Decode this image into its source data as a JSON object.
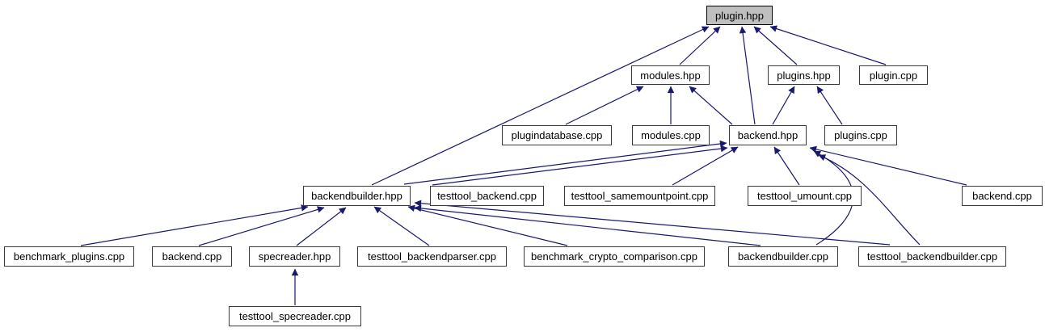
{
  "graph": {
    "type": "doxygen-include-dependency-graph",
    "root": "plugin.hpp",
    "colors": {
      "edge": "#191970",
      "node_fill": "#ffffff",
      "node_border": "#3a3a3a",
      "root_fill": "#bfbfbf",
      "root_border": "#000000",
      "text": "#000000",
      "background": "#ffffff"
    },
    "nodes": [
      {
        "label": "plugin.hpp",
        "highlight": true
      },
      {
        "label": "modules.hpp",
        "highlight": false
      },
      {
        "label": "plugins.hpp",
        "highlight": false
      },
      {
        "label": "plugin.cpp",
        "highlight": false
      },
      {
        "label": "plugindatabase.cpp",
        "highlight": false
      },
      {
        "label": "modules.cpp",
        "highlight": false
      },
      {
        "label": "backend.hpp",
        "highlight": false
      },
      {
        "label": "plugins.cpp",
        "highlight": false
      },
      {
        "label": "backendbuilder.hpp",
        "highlight": false
      },
      {
        "label": "testtool_backend.cpp",
        "highlight": false
      },
      {
        "label": "testtool_samemountpoint.cpp",
        "highlight": false
      },
      {
        "label": "testtool_umount.cpp",
        "highlight": false
      },
      {
        "label": "backend.cpp",
        "highlight": false
      },
      {
        "label": "benchmark_plugins.cpp",
        "highlight": false
      },
      {
        "label": "backend.cpp",
        "highlight": false
      },
      {
        "label": "specreader.hpp",
        "highlight": false
      },
      {
        "label": "testtool_backendparser.cpp",
        "highlight": false
      },
      {
        "label": "benchmark_crypto_comparison.cpp",
        "highlight": false
      },
      {
        "label": "backendbuilder.cpp",
        "highlight": false
      },
      {
        "label": "testtool_backendbuilder.cpp",
        "highlight": false
      },
      {
        "label": "testtool_specreader.cpp",
        "highlight": false
      }
    ],
    "edges": [
      {
        "from": "modules.hpp",
        "to": "plugin.hpp"
      },
      {
        "from": "plugins.hpp",
        "to": "plugin.hpp"
      },
      {
        "from": "plugin.cpp",
        "to": "plugin.hpp"
      },
      {
        "from": "backend.hpp",
        "to": "plugin.hpp"
      },
      {
        "from": "backendbuilder.hpp",
        "to": "plugin.hpp"
      },
      {
        "from": "plugindatabase.cpp",
        "to": "modules.hpp"
      },
      {
        "from": "modules.cpp",
        "to": "modules.hpp"
      },
      {
        "from": "backend.hpp",
        "to": "modules.hpp"
      },
      {
        "from": "backend.hpp",
        "to": "plugins.hpp"
      },
      {
        "from": "plugins.cpp",
        "to": "plugins.hpp"
      },
      {
        "from": "backendbuilder.hpp",
        "to": "backend.hpp"
      },
      {
        "from": "testtool_backend.cpp",
        "to": "backend.hpp"
      },
      {
        "from": "testtool_samemountpoint.cpp",
        "to": "backend.hpp"
      },
      {
        "from": "testtool_umount.cpp",
        "to": "backend.hpp"
      },
      {
        "from": "backend.cpp",
        "to": "backend.hpp"
      },
      {
        "from": "backendbuilder.cpp",
        "to": "backend.hpp"
      },
      {
        "from": "testtool_backendbuilder.cpp",
        "to": "backend.hpp"
      },
      {
        "from": "benchmark_plugins.cpp",
        "to": "backendbuilder.hpp"
      },
      {
        "from": "backend.cpp",
        "to": "backendbuilder.hpp"
      },
      {
        "from": "specreader.hpp",
        "to": "backendbuilder.hpp"
      },
      {
        "from": "testtool_backendparser.cpp",
        "to": "backendbuilder.hpp"
      },
      {
        "from": "benchmark_crypto_comparison.cpp",
        "to": "backendbuilder.hpp"
      },
      {
        "from": "backendbuilder.cpp",
        "to": "backendbuilder.hpp"
      },
      {
        "from": "testtool_backendbuilder.cpp",
        "to": "backendbuilder.hpp"
      },
      {
        "from": "testtool_specreader.cpp",
        "to": "specreader.hpp"
      }
    ]
  }
}
